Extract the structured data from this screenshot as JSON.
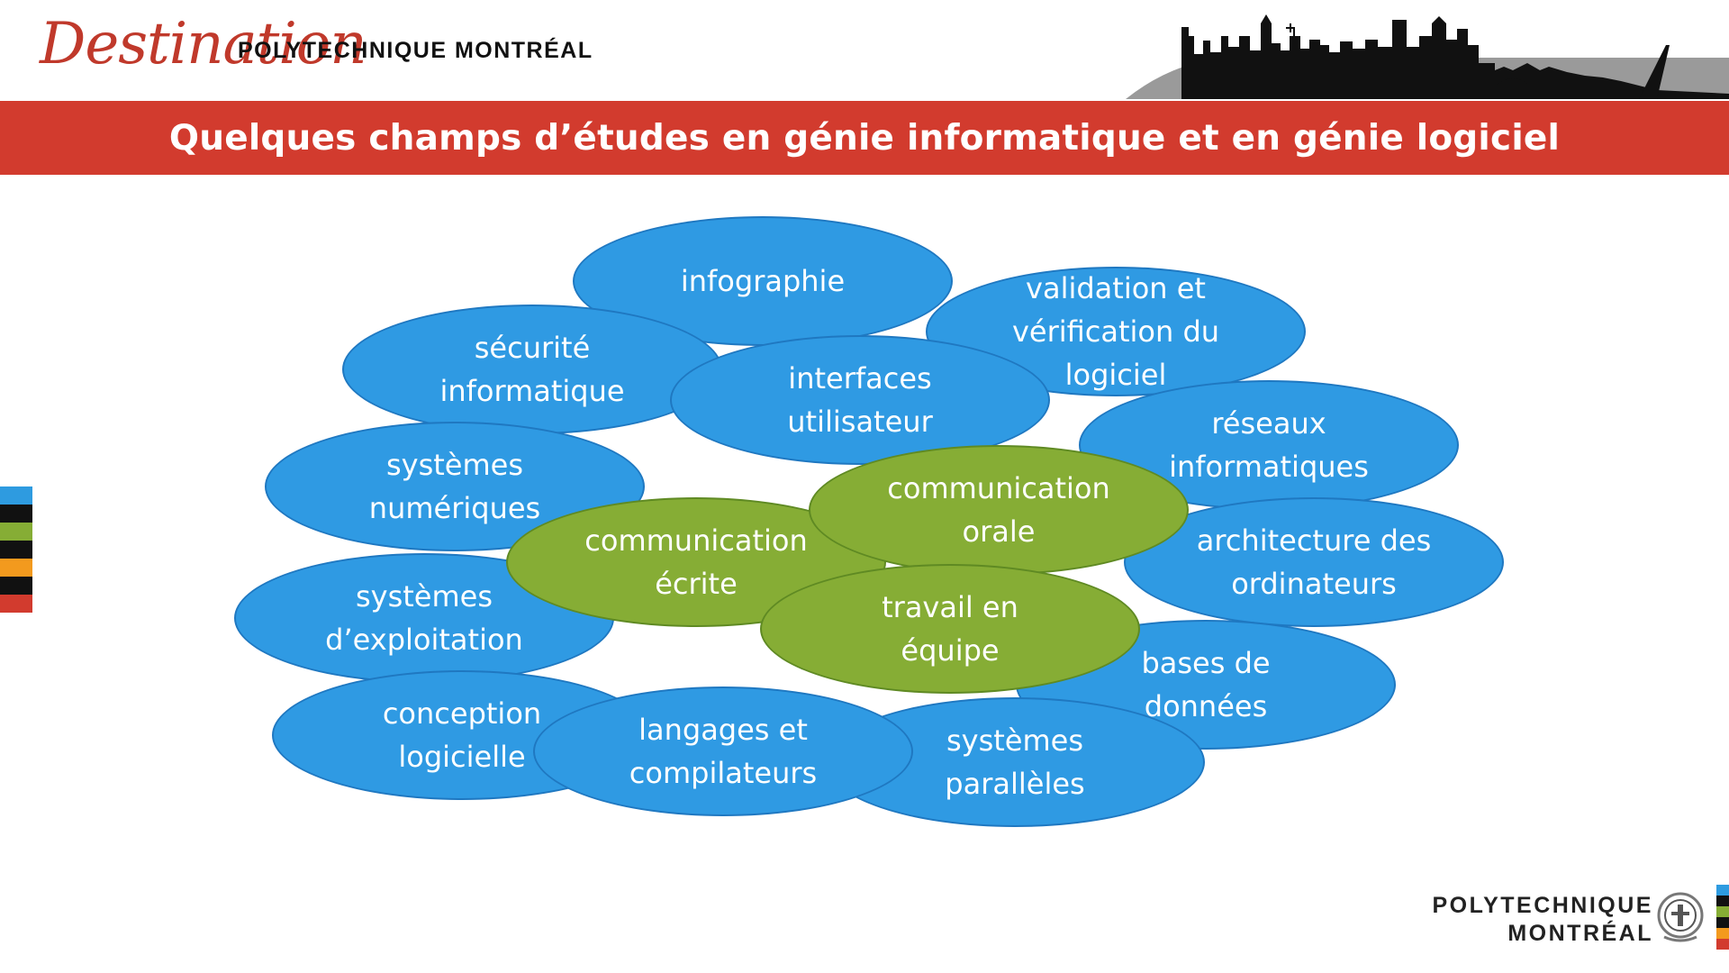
{
  "header": {
    "brand_script": "Destination",
    "brand_sub": "POLYTECHNIQUE MONTRÉAL"
  },
  "title": "Quelques champs d’études en génie informatique et en génie logiciel",
  "topics": [
    {
      "id": "infographie",
      "text": "infographie",
      "color": "blue"
    },
    {
      "id": "securite",
      "text": "sécurité\ninformatique",
      "color": "blue"
    },
    {
      "id": "interfaces",
      "text": "interfaces\nutilisateur",
      "color": "blue"
    },
    {
      "id": "validation",
      "text": "validation et\nvérification du\nlogiciel",
      "color": "blue"
    },
    {
      "id": "reseaux",
      "text": "réseaux\ninformatiques",
      "color": "blue"
    },
    {
      "id": "systemes-numeriques",
      "text": "systèmes\nnumériques",
      "color": "blue"
    },
    {
      "id": "communication-orale",
      "text": "communication\norale",
      "color": "green"
    },
    {
      "id": "communication-ecrite",
      "text": "communication\nécrite",
      "color": "green"
    },
    {
      "id": "architecture",
      "text": "architecture des\nordinateurs",
      "color": "blue"
    },
    {
      "id": "systemes-exploitation",
      "text": "systèmes\nd’exploitation",
      "color": "blue"
    },
    {
      "id": "travail-equipe",
      "text": "travail en\néquipe",
      "color": "green"
    },
    {
      "id": "bases-donnees",
      "text": "bases de\ndonnées",
      "color": "blue"
    },
    {
      "id": "conception",
      "text": "conception\nlogicielle",
      "color": "blue"
    },
    {
      "id": "langages",
      "text": "langages et\ncompilateurs",
      "color": "blue"
    },
    {
      "id": "paralleles",
      "text": "systèmes\nparallèles",
      "color": "blue"
    }
  ],
  "footer": {
    "line1": "POLYTECHNIQUE",
    "line2": "MONTRÉAL"
  },
  "colors": {
    "title_band": "#d23b2e",
    "bubble_blue": "#2f9ae3",
    "bubble_green": "#86ad35",
    "brand_red": "#c0392b",
    "stripes": [
      "#2e9be0",
      "#111111",
      "#86ad35",
      "#111111",
      "#f39a1e",
      "#111111",
      "#d23b2e"
    ]
  }
}
